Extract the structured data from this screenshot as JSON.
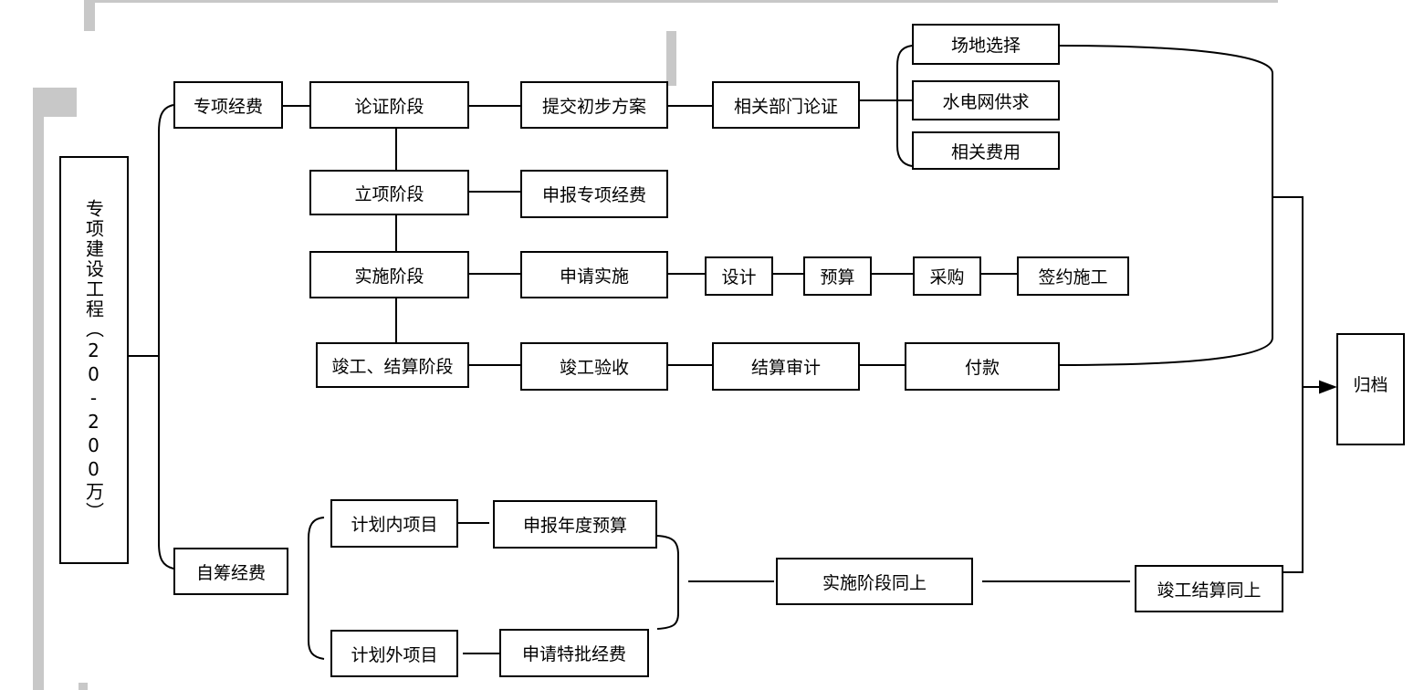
{
  "root": {
    "label": "专项建设工程（20-200万）"
  },
  "branches": {
    "special": "专项经费",
    "self": "自筹经费"
  },
  "stages": {
    "demonstration": "论证阶段",
    "approval": "立项阶段",
    "implementation": "实施阶段",
    "completion": "竣工、结算阶段"
  },
  "steps": {
    "submit_plan": "提交初步方案",
    "dept_review": "相关部门论证",
    "site_selection": "场地选择",
    "utilities": "水电网供求",
    "related_costs": "相关费用",
    "declare_funds": "申报专项经费",
    "apply_impl": "申请实施",
    "design": "设计",
    "budget": "预算",
    "procurement": "采购",
    "sign_construct": "签约施工",
    "acceptance": "竣工验收",
    "audit": "结算审计",
    "payment": "付款"
  },
  "self_funded": {
    "planned": "计划内项目",
    "unplanned": "计划外项目",
    "annual_budget": "申报年度预算",
    "special_funds": "申请特批经费",
    "impl_same": "实施阶段同上",
    "completion_same": "竣工结算同上"
  },
  "archive": "归档"
}
